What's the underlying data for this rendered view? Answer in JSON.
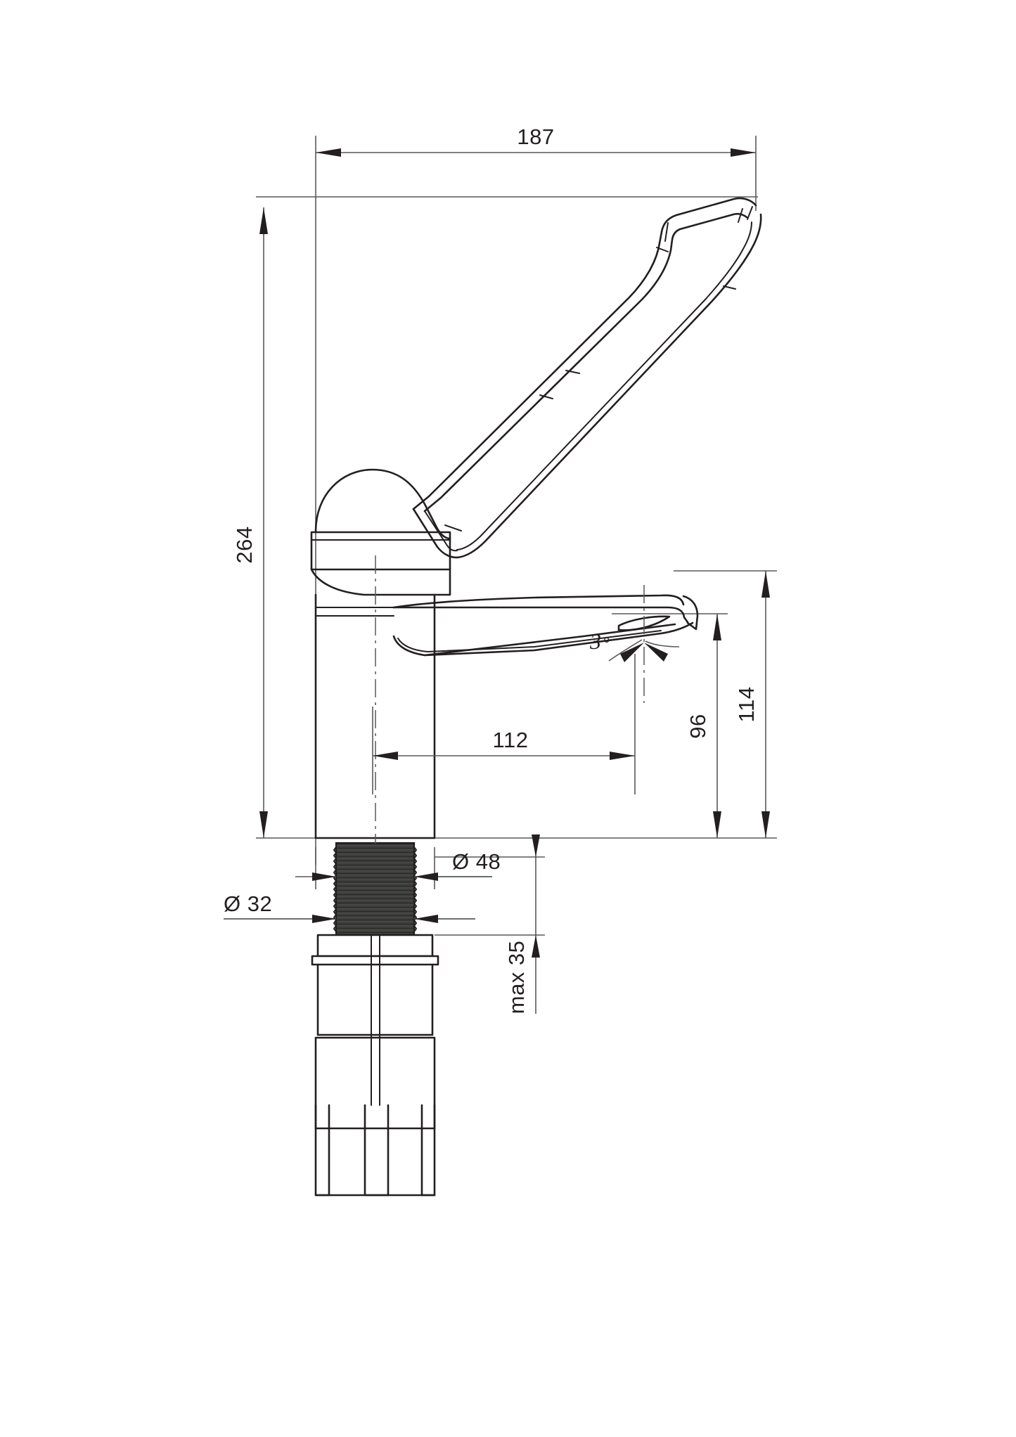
{
  "drawing": {
    "title": "Single-lever basin mixer tap — dimensioned technical drawing",
    "units": "mm",
    "line_color": "#231f20",
    "dim_color": "#58595b",
    "background": "#ffffff"
  },
  "dimensions": {
    "overall_width": {
      "label": "187",
      "orientation": "horizontal",
      "position": "top"
    },
    "overall_height": {
      "label": "264",
      "orientation": "vertical-rotated",
      "position": "left"
    },
    "spout_reach": {
      "label": "112",
      "orientation": "horizontal",
      "position": "middle"
    },
    "spout_height": {
      "label": "96",
      "orientation": "vertical-rotated",
      "position": "right-inner"
    },
    "spout_top_height": {
      "label": "114",
      "orientation": "vertical-rotated",
      "position": "right-outer"
    },
    "thread_diameter": {
      "label": "Ø 48",
      "orientation": "horizontal",
      "position": "right-of-thread"
    },
    "shank_diameter": {
      "label": "Ø 32",
      "orientation": "horizontal",
      "position": "left-of-thread"
    },
    "max_thickness": {
      "label": "max 35",
      "orientation": "vertical-rotated",
      "position": "right-of-shank"
    },
    "aerator_angle": {
      "label": "3",
      "degree_symbol": "°",
      "orientation": "angular",
      "position": "spout-nose"
    }
  },
  "parts": [
    {
      "name": "lever-handle",
      "description": "Long clinical lever handle angled up to the right"
    },
    {
      "name": "cartridge-dome",
      "description": "Domed cap covering the mixing cartridge"
    },
    {
      "name": "body-column",
      "description": "Cylindrical tap body"
    },
    {
      "name": "spout",
      "description": "Forward-projecting tapered spout with aerator"
    },
    {
      "name": "threaded-shank",
      "description": "Hatched threaded mounting shank"
    },
    {
      "name": "mounting-flange",
      "description": "Flange / washer plate under the deck"
    },
    {
      "name": "fixing-bracket",
      "description": "Split fixing bracket with legs at bottom"
    }
  ]
}
